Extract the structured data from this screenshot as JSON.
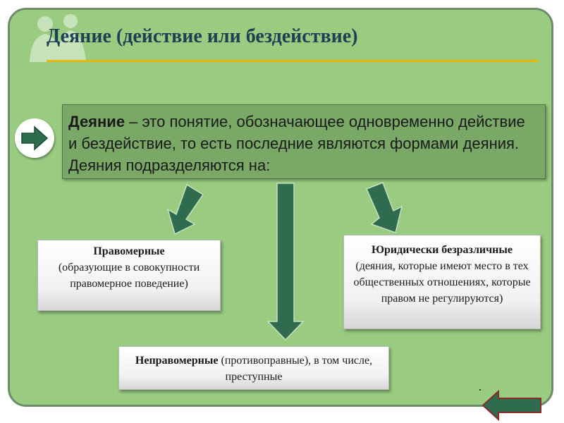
{
  "title": "Деяние (действие или бездействие)",
  "definition": {
    "term": "Деяние",
    "text": " – это понятие, обозначающее одновременно действие и бездействие, то есть последние являются формами деяния. Деяния подразделяются на:"
  },
  "categories": {
    "lawful": {
      "title": "Правомерные",
      "text": "(образующие в совокупности правомерное поведение)"
    },
    "indifferent": {
      "title": "Юридически безразличные",
      "text": "(деяния, которые имеют место в тех общественных отношениях, которые правом не регулируются)"
    },
    "unlawful": {
      "title": "Неправомерные",
      "text": " (противоправные), в том числе, преступные"
    }
  },
  "icons": {
    "nav_forward": "arrow-right-icon",
    "nav_back": "arrow-left-icon",
    "decoration": "people-silhouette-icon"
  },
  "colors": {
    "background": "#99cc80",
    "title": "#1f3f54",
    "accent_rule": "#e6b800",
    "definition_bg": "#7aa866",
    "arrow_fill": "#2e6b4f"
  }
}
